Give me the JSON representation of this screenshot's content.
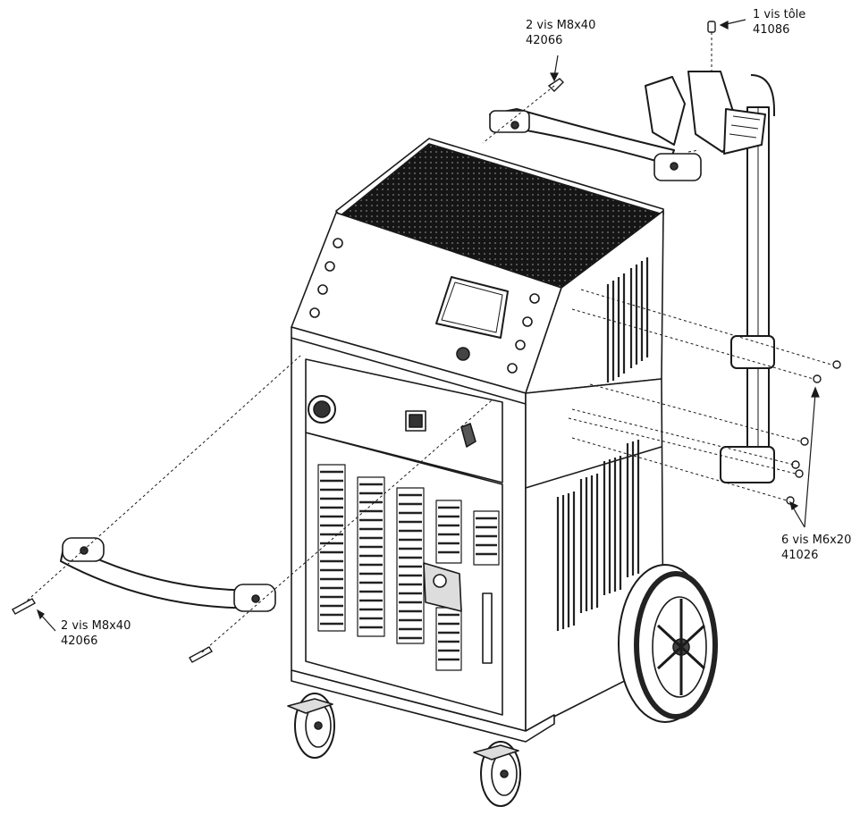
{
  "callouts": {
    "screw_sheet": {
      "line1": "1 vis  tôle",
      "line2": "41086"
    },
    "handle_top": {
      "line1": "2 vis  M8x40",
      "line2": "42066"
    },
    "handle_front": {
      "line1": "2 vis  M8x40",
      "line2": "42066"
    },
    "bracket_screws": {
      "line1": "6 vis  M6x20",
      "line2": "41026"
    }
  },
  "colors": {
    "line": "#1a1a1a",
    "grille": "#222222",
    "shade": "#d9d9d9",
    "background": "#ffffff"
  }
}
